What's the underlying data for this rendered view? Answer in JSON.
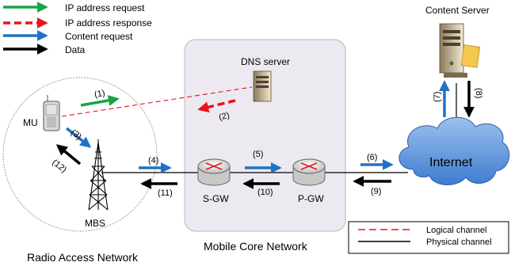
{
  "legend_top": [
    {
      "label": "IP address request",
      "color": "#1aa34a",
      "style": "solid"
    },
    {
      "label": "IP address response",
      "color": "#e8141b",
      "style": "dashed"
    },
    {
      "label": "Content request",
      "color": "#1f73c4",
      "style": "solid"
    },
    {
      "label": "Data",
      "color": "#000000",
      "style": "solid"
    }
  ],
  "legend_bottom": [
    {
      "label": "Logical channel",
      "color": "#e8141b",
      "style": "dashed"
    },
    {
      "label": "Physical channel",
      "color": "#000000",
      "style": "solid"
    }
  ],
  "regions": {
    "radio_access": "Radio Access Network",
    "mobile_core": "Mobile Core Network"
  },
  "nodes": {
    "content_server": "Content Server",
    "dns_server": "DNS server",
    "mu": "MU",
    "mbs": "MBS",
    "sgw": "S-GW",
    "pgw": "P-GW",
    "internet": "Internet"
  },
  "steps": {
    "s1": "(1)",
    "s2": "(2)",
    "s3": "(3)",
    "s4": "(4)",
    "s5": "(5)",
    "s6": "(6)",
    "s7": "(7)",
    "s8": "(8)",
    "s9": "(9)",
    "s10": "(10)",
    "s11": "(11)",
    "s12": "(12)"
  },
  "colors": {
    "request": "#1aa34a",
    "response": "#e8141b",
    "content": "#1f73c4",
    "data": "#000000",
    "internet_cloud": "#5b8fd6",
    "core_bg": "#eceaf0"
  }
}
